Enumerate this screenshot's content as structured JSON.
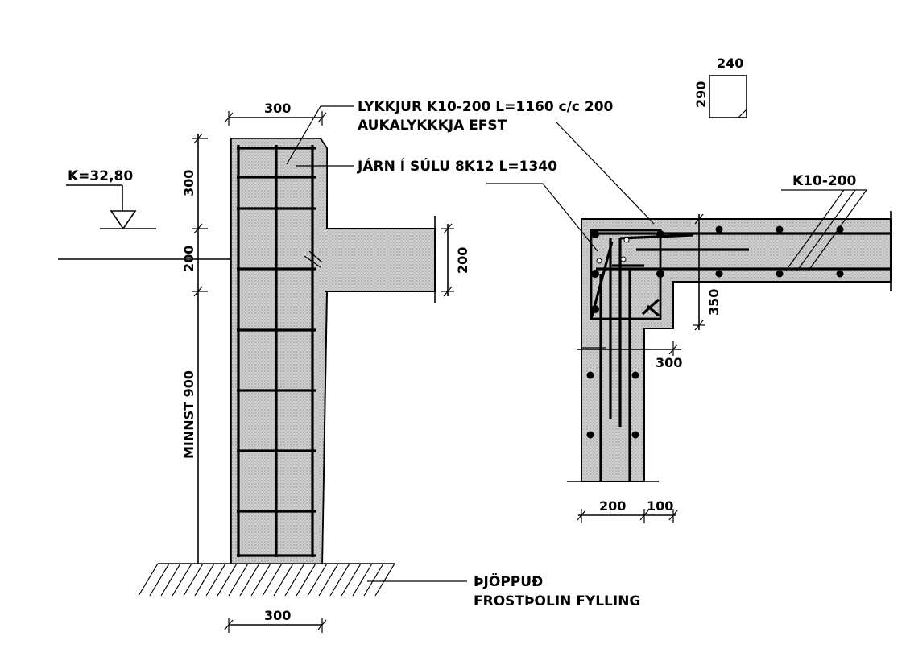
{
  "labels": {
    "top_dim": "300",
    "callout_stirrups": "LYKKJUR K10-200 L=1160 c/c 200",
    "callout_extra": "AUKALYKKKJA EFST",
    "callout_bars": "JÁRN Í SÚLU 8K12 L=1340",
    "level": "K=32,80",
    "dim_300_v": "300",
    "dim_200_v": "200",
    "dim_minnst": "MINNST 900",
    "dim_200_beam": "200",
    "bottom_dim": "300",
    "soil_line1": "ÞJÖPPUÐ",
    "soil_line2": "FROSTÞOLIN FYLLING",
    "detail_240": "240",
    "detail_290": "290",
    "k10": "K10-200",
    "dim_350": "350",
    "dim_300_detail": "300",
    "dim_200_bottom": "200",
    "dim_100_bottom": "100"
  },
  "colors": {
    "concrete": "#c9c9c9",
    "line": "#000000"
  }
}
